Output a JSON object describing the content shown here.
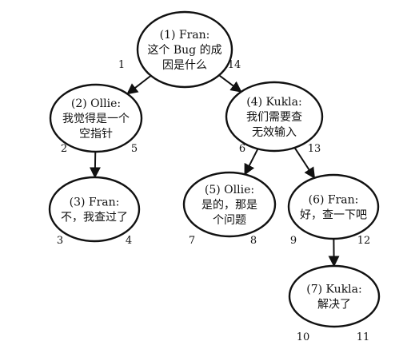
{
  "nodes": [
    {
      "id": "1",
      "speaker": "(1) Fran:",
      "lines": [
        "这个 Bug 的成",
        "因是什么"
      ],
      "start": "1",
      "end": "14"
    },
    {
      "id": "2",
      "speaker": "(2) Ollie:",
      "lines": [
        "我觉得是一个",
        "空指针"
      ],
      "start": "2",
      "end": "5"
    },
    {
      "id": "3",
      "speaker": "(3) Fran:",
      "lines": [
        "不，我查过了"
      ],
      "start": "3",
      "end": "4"
    },
    {
      "id": "4",
      "speaker": "(4) Kukla:",
      "lines": [
        "我们需要查",
        "无效输入"
      ],
      "start": "6",
      "end": "13"
    },
    {
      "id": "5",
      "speaker": "(5) Ollie:",
      "lines": [
        "是的，那是",
        "个问题"
      ],
      "start": "7",
      "end": "8"
    },
    {
      "id": "6",
      "speaker": "(6) Fran:",
      "lines": [
        "好，查一下吧"
      ],
      "start": "9",
      "end": "12"
    },
    {
      "id": "7",
      "speaker": "(7) Kukla:",
      "lines": [
        "解决了"
      ],
      "start": "10",
      "end": "11"
    }
  ],
  "edges": [
    {
      "from": "1",
      "to": "2"
    },
    {
      "from": "1",
      "to": "4"
    },
    {
      "from": "2",
      "to": "3"
    },
    {
      "from": "4",
      "to": "5"
    },
    {
      "from": "4",
      "to": "6"
    },
    {
      "from": "6",
      "to": "7"
    }
  ]
}
